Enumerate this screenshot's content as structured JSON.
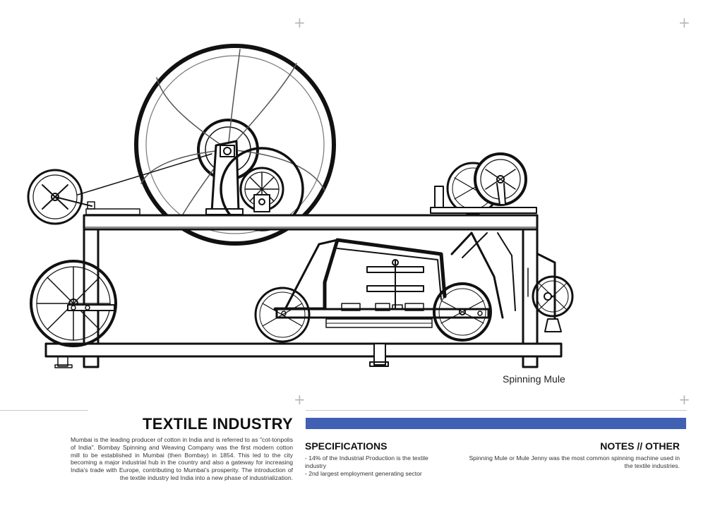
{
  "caption": "Spinning Mule",
  "title": "TEXTILE INDUSTRY",
  "description": "Mumbai is the leading producer of cotton in India and is referred to as \"cot-tonpolis of India\". Bombay Spinning and Weaving Company was the first modern cotton mill to be established in Mumbai (then Bombay) in 1854. This led to the city becoming a major industrial hub in the country and also a gateway for increasing India's trade with Europe, contributing to Mumbai's prosperity. The introduction of the textile industry led India into a new phase of industrialization.",
  "specifications": {
    "heading": "SPECIFICATIONS",
    "items": [
      "- 14% of the Industrial Production is the textile industry",
      "- 2nd largest employment generating sector"
    ]
  },
  "notes": {
    "heading": "NOTES // OTHER",
    "text": "Spinning Mule or Mule Jenny was the most common spinning machine used in the textile industries."
  },
  "colors": {
    "accent_bar": "#4060b4",
    "line": "#111111"
  },
  "icons": {
    "crop_mark": "crop-mark-icon"
  }
}
